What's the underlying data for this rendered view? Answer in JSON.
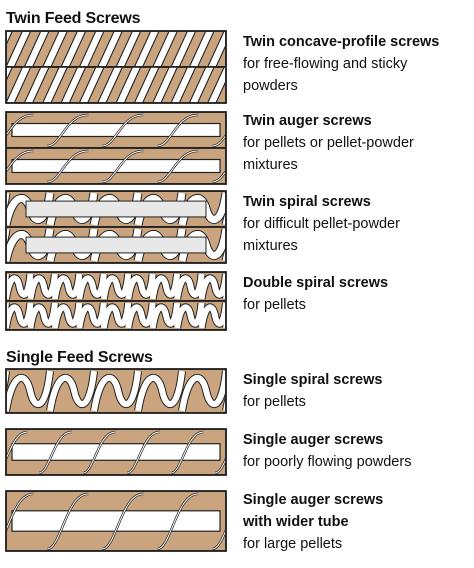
{
  "colors": {
    "housing": "#c9a47e",
    "outline": "#222222",
    "flight": "#ffffff",
    "shaft": "#e8e8e8"
  },
  "sections": [
    {
      "heading": "Twin Feed Screws",
      "items": [
        {
          "title": "Twin concave-profile screws",
          "lines": [
            "for free-flowing and sticky",
            "powders"
          ],
          "style": "concave",
          "twin": true,
          "pitch_count": 12
        },
        {
          "title": "Twin auger screws",
          "lines": [
            "for pellets or pellet-powder",
            "mixtures"
          ],
          "style": "auger",
          "twin": true,
          "pitch_count": 4
        },
        {
          "title": "Twin spiral screws",
          "lines": [
            "for difficult pellet-powder",
            "mixtures"
          ],
          "style": "spiral-wide",
          "twin": true,
          "pitch_count": 5
        },
        {
          "title": "Double spiral screws",
          "lines": [
            "for pellets"
          ],
          "style": "spiral-double",
          "twin": true,
          "pitch_count": 9
        }
      ]
    },
    {
      "heading": "Single Feed Screws",
      "items": [
        {
          "title": "Single spiral screws",
          "lines": [
            "for pellets"
          ],
          "style": "spiral-single",
          "twin": false,
          "pitch_count": 5
        },
        {
          "title": "Single auger screws",
          "lines": [
            "for poorly flowing powders"
          ],
          "style": "auger-single",
          "twin": false,
          "pitch_count": 5
        },
        {
          "title": "Single auger screws",
          "lines": [
            "with wider tube",
            "for large pellets"
          ],
          "style": "auger-wide",
          "twin": false,
          "pitch_count": 4
        }
      ]
    }
  ]
}
